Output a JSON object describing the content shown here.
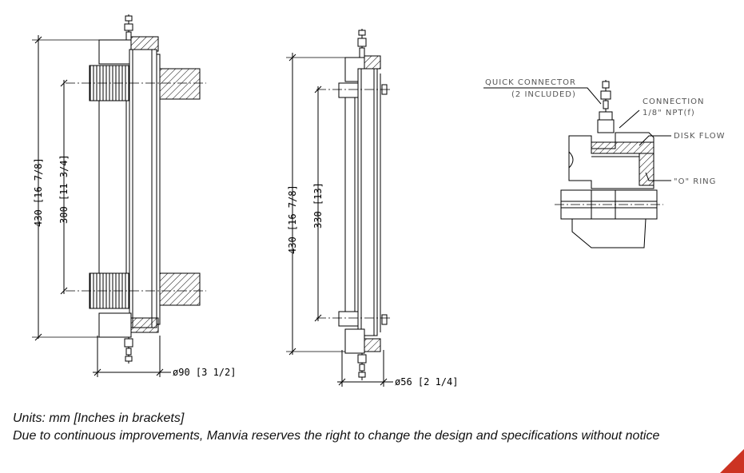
{
  "view_left": {
    "overall_dim": "430 [16 7/8]",
    "inner_dim": "300 [11 3/4]",
    "diameter_dim": "ø90 [3 1/2]"
  },
  "view_middle": {
    "overall_dim": "430 [16 7/8]",
    "inner_dim": "330 [13]",
    "diameter_dim": "ø56 [2 1/4]"
  },
  "detail": {
    "quick_connector": "QUICK CONNECTOR",
    "quick_connector_note": "(2 INCLUDED)",
    "connection": "CONNECTION",
    "connection_spec": "1/8\" NPT(f)",
    "disk_flow": "DISK FLOW",
    "o_ring": "\"O\" RING"
  },
  "notes": {
    "units": "Units: mm [Inches in brackets]",
    "disclaimer": "Due to continuous improvements, Manvia reserves the right to change the design and specifications without notice"
  },
  "colors": {
    "corner_accent": "#cc3322"
  }
}
